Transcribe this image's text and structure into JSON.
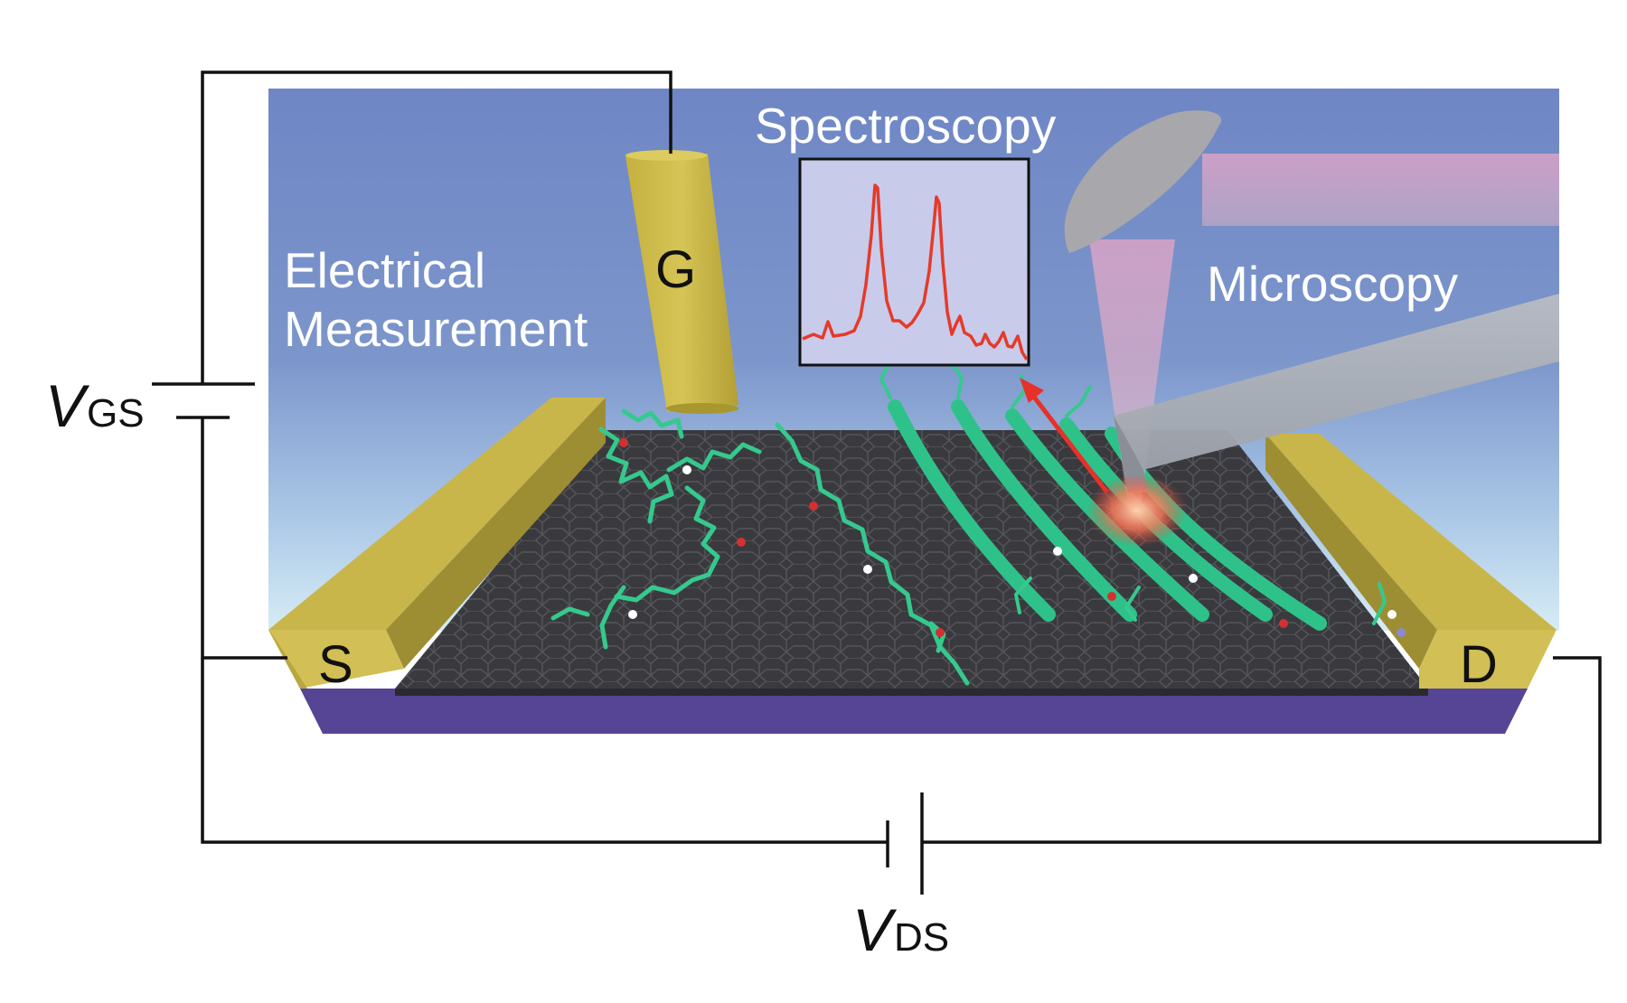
{
  "labels": {
    "electrical_line1": "Electrical",
    "electrical_line2": "Measurement",
    "spectroscopy": "Spectroscopy",
    "microscopy": "Microscopy",
    "gate": "G",
    "source": "S",
    "drain": "D"
  },
  "voltages": {
    "vgs": {
      "main": "V",
      "sub": "GS"
    },
    "vds": {
      "main": "V",
      "sub": "DS"
    }
  },
  "colors": {
    "background_top": "#7086c4",
    "background_bottom": "#d6ecf5",
    "electrode_gold": "#c9b64a",
    "substrate_purple": "#564494",
    "graphene": "#3a3a3e",
    "molecule_green": "#35c98e",
    "spectrum_red": "#e53a2a",
    "spectrum_panel": "#c9cbea",
    "laser_pink": "#e8a6c6"
  },
  "icons": [
    "lens-icon",
    "cantilever-tip-icon",
    "gate-electrode-icon",
    "battery-icon",
    "graphene-lattice-icon",
    "peptide-molecule-icon"
  ]
}
